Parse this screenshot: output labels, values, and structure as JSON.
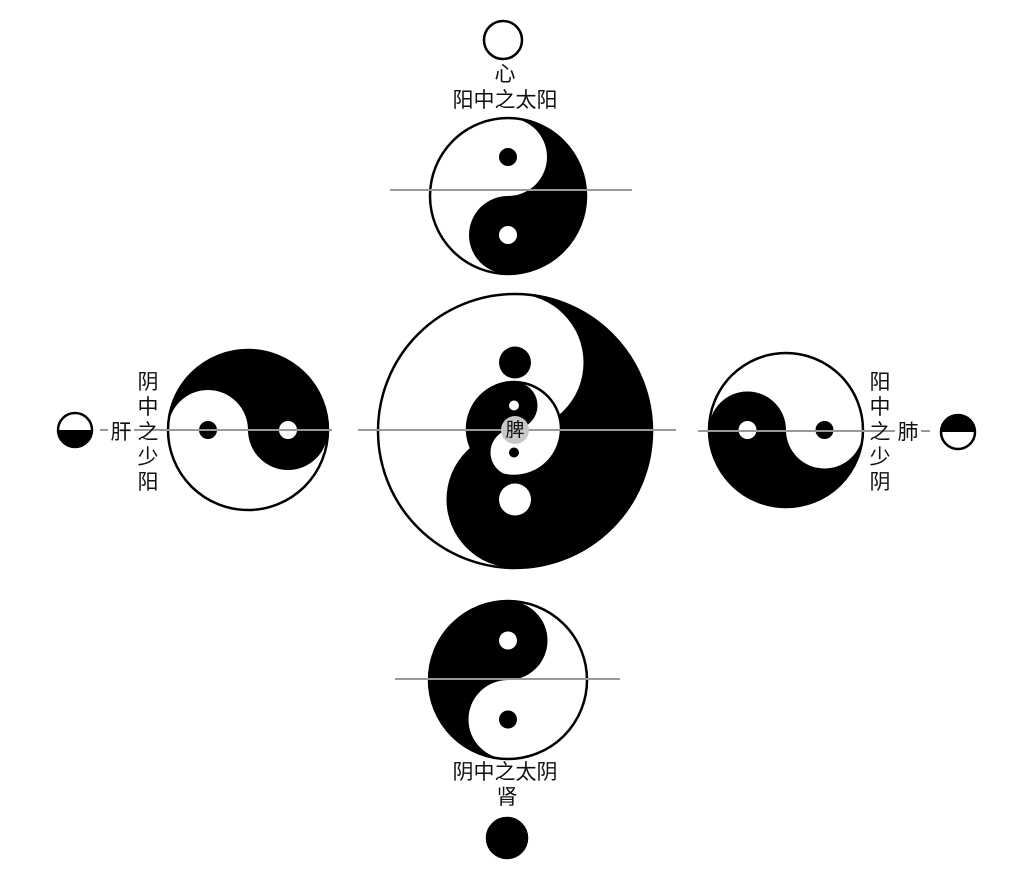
{
  "colors": {
    "yin": "#000000",
    "yang": "#ffffff",
    "axis": "#999999",
    "center_badge": "#c8c8c8"
  },
  "top": {
    "organ": "心",
    "phase": "阳中之太阳"
  },
  "bottom": {
    "organ": "肾",
    "phase": "阴中之太阴"
  },
  "left": {
    "organ": "肝",
    "phase": "阴中之少阳"
  },
  "right": {
    "organ": "肺",
    "phase": "阳中之少阴"
  },
  "center": {
    "organ": "脾"
  }
}
